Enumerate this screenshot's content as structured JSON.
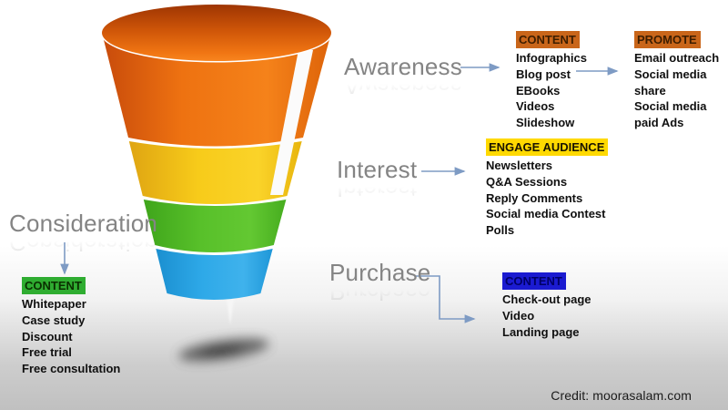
{
  "ui": {
    "arrow_color": "#7E9BC4",
    "stage_label_color": "#848484",
    "background_bottom": "#c0c0c0"
  },
  "stages": [
    {
      "label": "Awareness",
      "color": "#EE7211"
    },
    {
      "label": "Interest",
      "color": "#F7CB1A"
    },
    {
      "label": "Consideration",
      "color": "#58C02A"
    },
    {
      "label": "Purchase",
      "color": "#2EA9E8"
    }
  ],
  "panels": {
    "content_awareness": {
      "title": "CONTENT",
      "bg": "#C9661A",
      "fg": "#3D1E00",
      "items": [
        "Infographics",
        "Blog post",
        "EBooks",
        "Videos",
        "Slideshow"
      ]
    },
    "promote": {
      "title": "PROMOTE",
      "bg": "#C9661A",
      "fg": "#3D1E00",
      "items": [
        "Email outreach",
        "Social media",
        "share",
        "Social media",
        "paid Ads"
      ]
    },
    "engage": {
      "title": "ENGAGE AUDIENCE",
      "bg": "#FFD900",
      "fg": "#1A1400",
      "items": [
        "Newsletters",
        "Q&A Sessions",
        "Reply Comments",
        "Social media Contest",
        "Polls"
      ]
    },
    "content_consideration": {
      "title": "CONTENT",
      "bg": "#2FAD31",
      "fg": "#0A3000",
      "items": [
        "Whitepaper",
        "Case study",
        "Discount",
        "Free trial",
        "Free consultation"
      ]
    },
    "content_purchase": {
      "title": "CONTENT",
      "bg": "#1B1BD1",
      "fg": "#000066",
      "items": [
        "Check-out page",
        "Video",
        "Landing page"
      ]
    }
  },
  "credit": "Credit: moorasalam.com"
}
